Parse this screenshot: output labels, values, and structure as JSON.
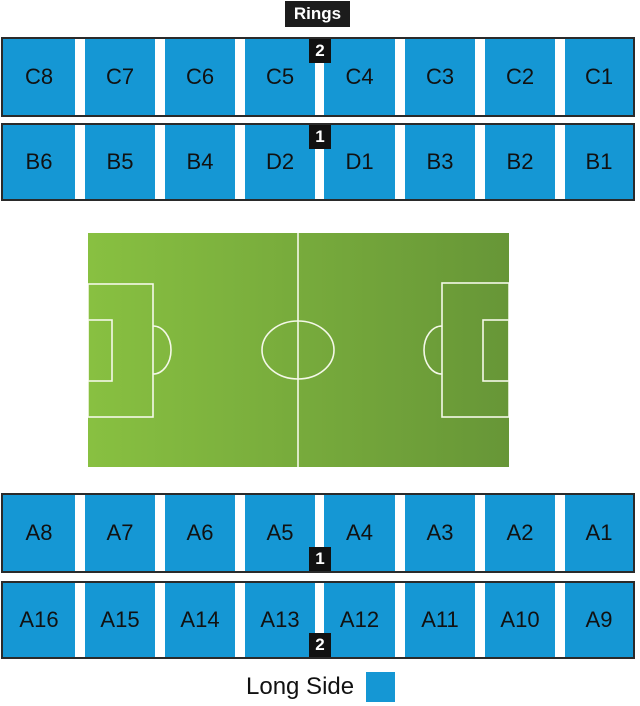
{
  "title": "Rings",
  "colors": {
    "block": "#1597d4",
    "border": "#2a2a2a",
    "gate_badge": "#111111",
    "pitch_left": "#88c041",
    "pitch_right": "#679637",
    "pitch_lines": "#f4f8e8"
  },
  "rows": {
    "ring2_top": {
      "gate": "2",
      "blocks": [
        "C8",
        "C7",
        "C6",
        "C5",
        "C4",
        "C3",
        "C2",
        "C1"
      ]
    },
    "ring1_top": {
      "gate": "1",
      "blocks": [
        "B6",
        "B5",
        "B4",
        "D2",
        "D1",
        "B3",
        "B2",
        "B1"
      ]
    },
    "ring1_bottom": {
      "gate": "1",
      "blocks": [
        "A8",
        "A7",
        "A6",
        "A5",
        "A4",
        "A3",
        "A2",
        "A1"
      ]
    },
    "ring2_bottom": {
      "gate": "2",
      "blocks": [
        "A16",
        "A15",
        "A14",
        "A13",
        "A12",
        "A11",
        "A10",
        "A9"
      ]
    }
  },
  "legend": {
    "label": "Long Side",
    "color": "#1597d4"
  }
}
